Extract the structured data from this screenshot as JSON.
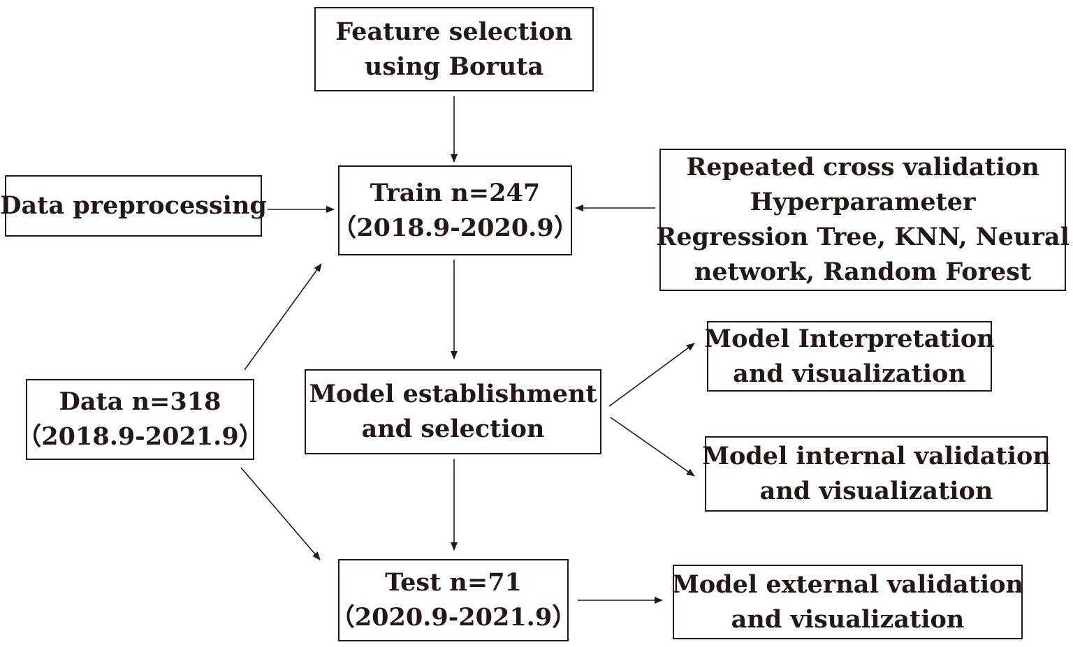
{
  "colors": {
    "stroke": "#231815",
    "text": "#231815",
    "background": "#ffffff"
  },
  "nodes": {
    "feature_selection": {
      "lines": [
        "Feature selection",
        "using Boruta"
      ]
    },
    "data_preprocessing": {
      "lines": [
        "Data preprocessing"
      ]
    },
    "train": {
      "lines": [
        "Train n=247",
        "（2018.9-2020.9）"
      ]
    },
    "repeated_cv": {
      "lines": [
        "Repeated cross validation",
        "Hyperparameter",
        "Regression Tree, KNN, Neural",
        "network, Random Forest"
      ]
    },
    "data": {
      "lines": [
        "Data n=318",
        "（2018.9-2021.9）"
      ]
    },
    "model_establishment": {
      "lines": [
        "Model establishment",
        "and selection"
      ]
    },
    "model_interpretation": {
      "lines": [
        "Model Interpretation",
        "and visualization"
      ]
    },
    "model_internal_validation": {
      "lines": [
        "Model internal validation",
        "and visualization"
      ]
    },
    "test": {
      "lines": [
        "Test n=71",
        "（2020.9-2021.9）"
      ]
    },
    "model_external_validation": {
      "lines": [
        "Model external validation",
        "and visualization"
      ]
    }
  },
  "edges": [
    {
      "from": "feature_selection",
      "to": "train"
    },
    {
      "from": "data_preprocessing",
      "to": "train"
    },
    {
      "from": "repeated_cv",
      "to": "train"
    },
    {
      "from": "data",
      "to": "train"
    },
    {
      "from": "data",
      "to": "test"
    },
    {
      "from": "train",
      "to": "model_establishment"
    },
    {
      "from": "model_establishment",
      "to": "model_interpretation"
    },
    {
      "from": "model_establishment",
      "to": "model_internal_validation"
    },
    {
      "from": "model_establishment",
      "to": "test"
    },
    {
      "from": "test",
      "to": "model_external_validation"
    }
  ]
}
